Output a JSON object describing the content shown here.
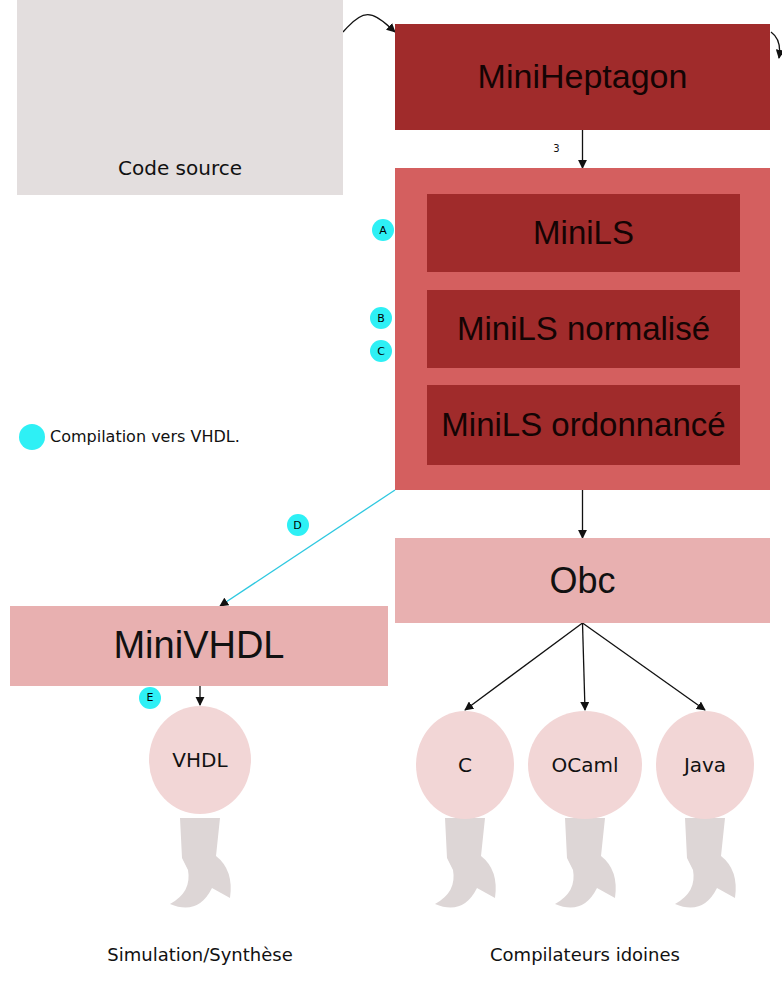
{
  "diagram": {
    "nodes": [
      {
        "text": [
          "Code source"
        ]
      },
      {
        "text": [
          "MiniHeptagon"
        ]
      },
      {
        "text": []
      },
      {
        "text": [
          "MiniLS"
        ],
        "in": 2
      },
      {
        "text": [
          "MiniLS normalisé"
        ],
        "in": 2
      },
      {
        "text": [
          "MiniLS ordonnancé"
        ],
        "in": 2
      },
      {
        "text": [
          "Obc"
        ]
      },
      {
        "text": [
          "MiniVHDL"
        ]
      },
      {
        "text": [
          "VHDL"
        ]
      },
      {
        "text": [
          "C"
        ]
      },
      {
        "text": [
          "OCaml"
        ]
      },
      {
        "text": [
          "Java"
        ]
      }
    ],
    "edges": [
      {
        "from": 0,
        "to": 1,
        "arrow": "to"
      },
      {
        "from": 1,
        "to": 2,
        "label": "3",
        "arrow": "to"
      },
      {
        "from": 3,
        "to": 4,
        "arrow": "to"
      },
      {
        "from": 4,
        "to": 5,
        "arrow": "to"
      },
      {
        "from": 2,
        "to": 6,
        "arrow": "to"
      },
      {
        "from": 2,
        "to": 7,
        "label": "D",
        "arrow": "to"
      },
      {
        "from": 7,
        "to": 8,
        "label": "E",
        "arrow": "to"
      },
      {
        "from": 6,
        "to": 9,
        "arrow": "to"
      },
      {
        "from": 6,
        "to": 10,
        "arrow": "to"
      },
      {
        "from": 6,
        "to": 11,
        "arrow": "to"
      }
    ],
    "labels": [
      "A",
      "B",
      "C",
      "Simulation/Synthèse",
      "Compilateurs idoines"
    ],
    "legend": [
      {
        "text": "Compilation vers VHDL.",
        "color": "#2ef0f5"
      }
    ]
  }
}
